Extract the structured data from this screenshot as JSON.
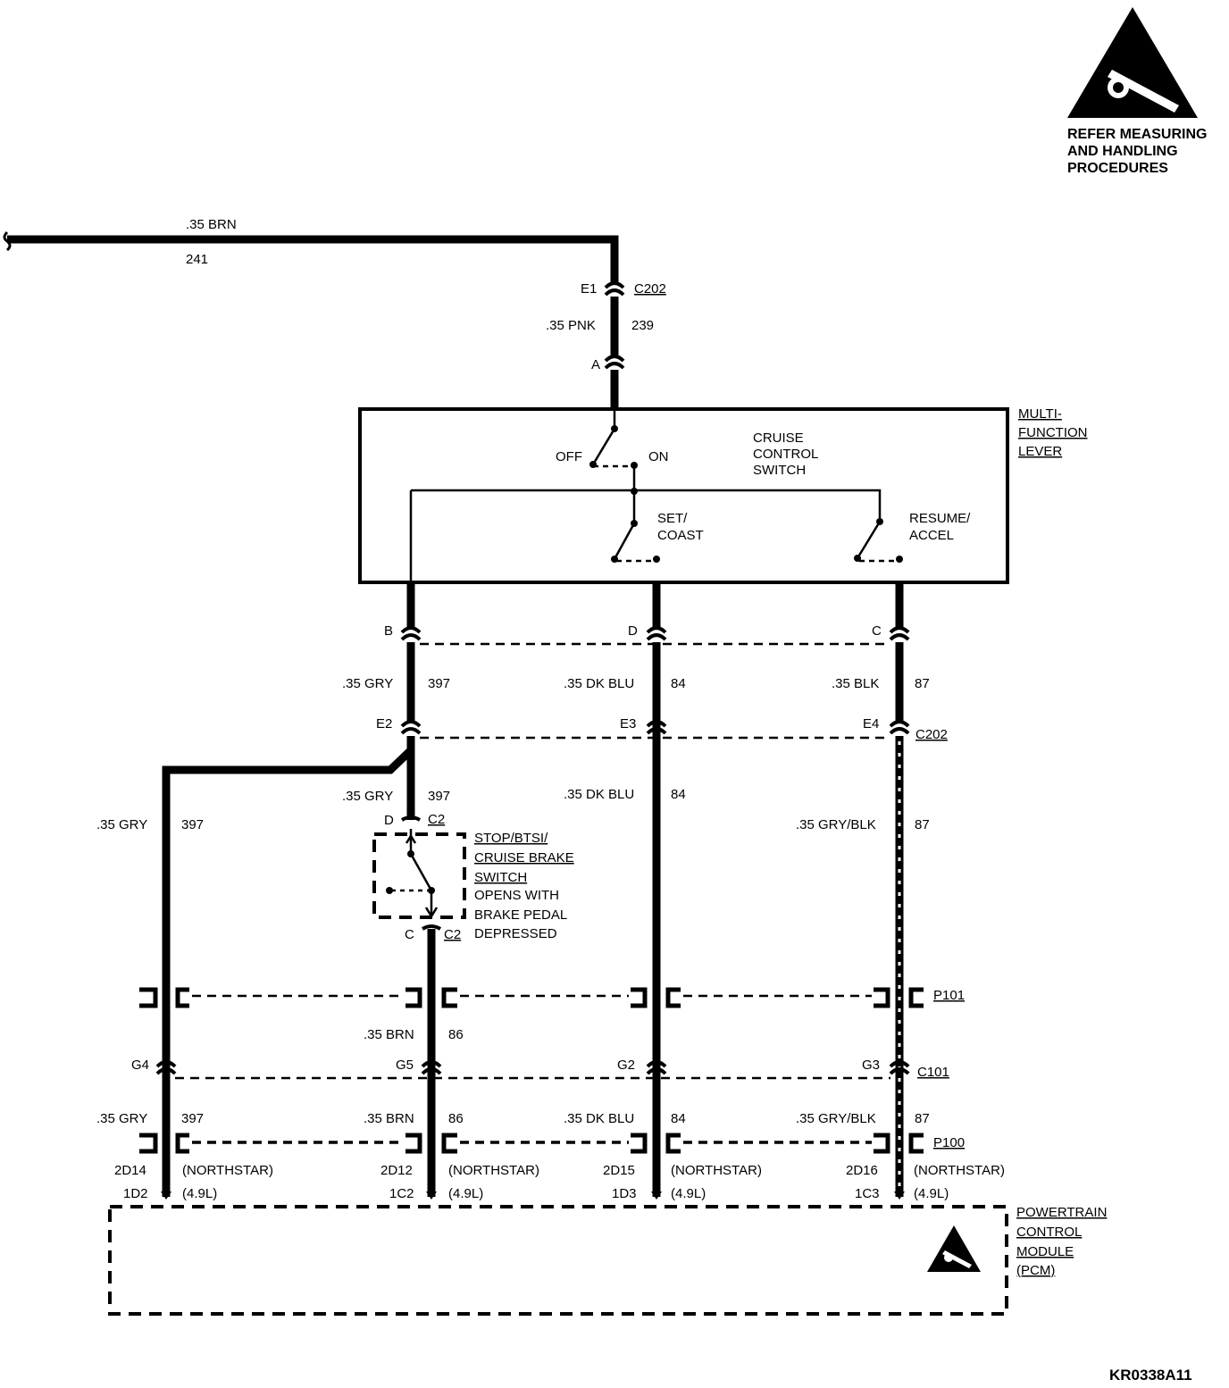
{
  "warning": {
    "icon": "esd-hand-warning-icon",
    "line1": "REFER MEASURING",
    "line2": "AND HANDLING",
    "line3": "PROCEDURES"
  },
  "feed": {
    "wire": ".35 BRN",
    "circuit": "241",
    "pin_in": "E1",
    "connector": "C202",
    "wire2": ".35 PNK",
    "circuit2": "239",
    "pin_lever": "A"
  },
  "lever": {
    "name1": "MULTI-",
    "name2": "FUNCTION",
    "name3": "LEVER",
    "off": "OFF",
    "on": "ON",
    "cc1": "CRUISE",
    "cc2": "CONTROL",
    "cc3": "SWITCH",
    "set1": "SET/",
    "set2": "COAST",
    "res1": "RESUME/",
    "res2": "ACCEL"
  },
  "circuits": {
    "c397": {
      "pin_lever": "B",
      "wire": ".35 GRY",
      "num": "397",
      "pin_c202": "E2",
      "wire_to_brake": ".35 GRY",
      "pin_brake_in": "D",
      "brake_conn": "C2",
      "branch_wire": ".35 GRY",
      "branch_num": "397",
      "pin_c101": "G4",
      "wire_pcm": ".35 GRY",
      "num_pcm": "397",
      "pin_ns": "2D14",
      "ns": "(NORTHSTAR)",
      "pin_49": "1D2",
      "l49": "(4.9L)"
    },
    "c86": {
      "pin_brake_out": "C",
      "brake_conn": "C2",
      "wire": ".35 BRN",
      "num": "86",
      "pin_c101": "G5",
      "wire_pcm": ".35 BRN",
      "num_pcm": "86",
      "pin_ns": "2D12",
      "ns": "(NORTHSTAR)",
      "pin_49": "1C2",
      "l49": "(4.9L)"
    },
    "c84": {
      "pin_lever": "D",
      "wire": ".35 DK BLU",
      "num": "84",
      "pin_c202": "E3",
      "wire2": ".35 DK BLU",
      "num2": "84",
      "pin_c101": "G2",
      "wire_pcm": ".35 DK BLU",
      "num_pcm": "84",
      "pin_ns": "2D15",
      "ns": "(NORTHSTAR)",
      "pin_49": "1D3",
      "l49": "(4.9L)"
    },
    "c87": {
      "pin_lever": "C",
      "wire": ".35 BLK",
      "num": "87",
      "pin_c202": "E4",
      "conn_c202": "C202",
      "wire2": ".35 GRY/BLK",
      "num2": "87",
      "pin_c101": "G3",
      "conn_c101": "C101",
      "wire_pcm": ".35 GRY/BLK",
      "num_pcm": "87",
      "pin_ns": "2D16",
      "ns": "(NORTHSTAR)",
      "pin_49": "1C3",
      "l49": "(4.9L)"
    }
  },
  "brake_switch": {
    "name1": "STOP/BTSI/",
    "name2": "CRUISE BRAKE",
    "name3": "SWITCH",
    "note1": "OPENS WITH",
    "note2": "BRAKE PEDAL",
    "note3": "DEPRESSED"
  },
  "connectors": {
    "p101": "P101",
    "p100": "P100"
  },
  "pcm": {
    "name1": "POWERTRAIN",
    "name2": "CONTROL",
    "name3": "MODULE",
    "name4": "(PCM)",
    "icon": "esd-hand-warning-icon"
  },
  "figure_id": "KR0338A11"
}
